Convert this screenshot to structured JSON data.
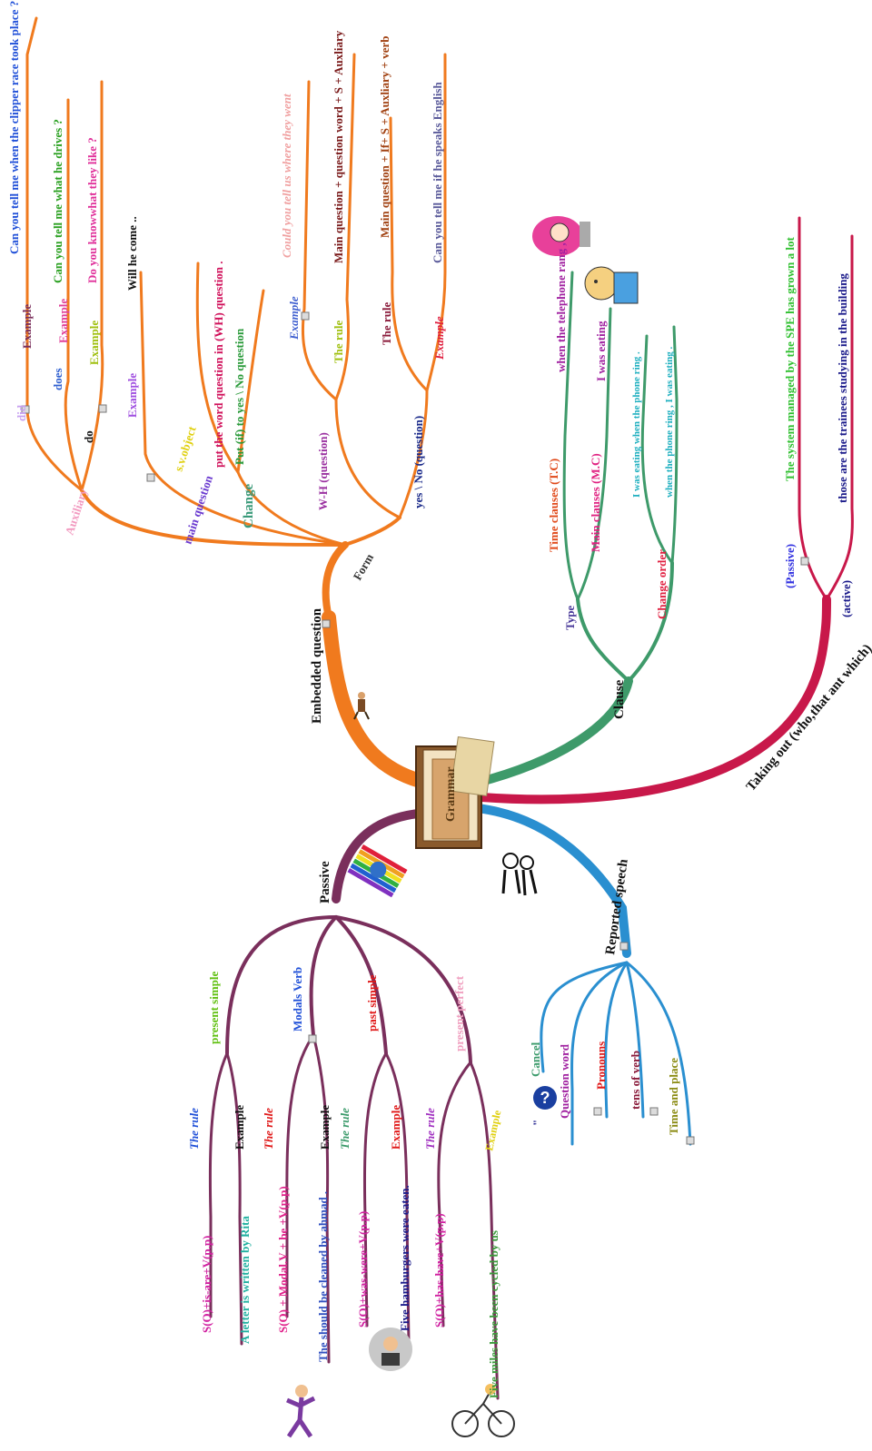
{
  "central": {
    "label": "Grammar"
  },
  "colors": {
    "embedded": "#f07a1e",
    "clause": "#3e9a6a",
    "taking_out": "#c8184a",
    "reported": "#2a8fd0",
    "passive": "#7a2f5c"
  },
  "embedded_question": {
    "label": "Embedded question",
    "auxiliary": "Auxiliary",
    "did": "did",
    "does": "does",
    "do": "do",
    "example_did": "Example",
    "example_does": "Example",
    "example_do": "Example",
    "sentence_did": "Can you tell me when the clipper race took place ?",
    "sentence_does": "Can you tell me what he drives ?",
    "sentence_do": "Do you knowwhat they like ?",
    "main_question": "main question",
    "main_example": "Example",
    "main_sentence": "Will he come ..",
    "change": "Change",
    "subject_first": "s.v.object",
    "put_word": "put the word question in (WH) question .",
    "put_if": "Put (if) to yes \\ No question",
    "form": "Form",
    "wh_question": "W-H (question)",
    "wh_example": "Example",
    "wh_example_text": "Could you tell us where they went",
    "wh_rule": "The rule",
    "wh_rule_text": "Main question + question word + S + Auxliary",
    "yn_question": "yes \\ No (question)",
    "yn_rule": "The rule",
    "yn_rule_text": "Main question + If+ S + Auxliary + verb",
    "yn_example": "Example",
    "yn_example_text": "Can you tell me if he speaks English"
  },
  "clause": {
    "label": "Clause",
    "type": "Type",
    "time_clauses": "Time clauses (T.C)",
    "time_example": "when the telephone rang ,",
    "main_clauses": "Main clauses (M.C)",
    "main_example": "I was eating",
    "change_order": "Change order",
    "order_1": "I was eating when the phone ring .",
    "order_2": "when the phone ring , I was eating ."
  },
  "taking_out": {
    "label": "Taking out (who,that ant which)",
    "passive": "(Passive)",
    "passive_sentence": "The system managed by the SPE has grown a lot",
    "active": "(active)",
    "active_sentence": "those are the trainees studying in the building"
  },
  "reported_speech": {
    "label": "Reported speech",
    "quote_mark": "\"",
    "cancel": "Cancel",
    "question_word": "Question word",
    "pronouns": "Pronouns",
    "tens_of_verb": "tens of verb",
    "time_and_place": "Time and place"
  },
  "passive": {
    "label": "Passive",
    "present_simple": "present simple",
    "ps_rule": "The rule",
    "ps_rule_text": "S(O)+is-are+V(p.p)",
    "ps_example": "Example",
    "ps_example_text": "A letter is written by Rita",
    "modals": "Modals Verb",
    "mv_rule": "The rule",
    "mv_rule_text": "S(O) + Modal.V + be +V(p.p)",
    "mv_example": "Example",
    "mv_example_text": "The should be cleaned by ahmad .",
    "past_simple": "past simple",
    "pas_rule": "The rule",
    "pas_rule_text": "S(O)+was-were+V(p.p)",
    "pas_example": "Example",
    "pas_example_text": "Five hamburgers were eaten.",
    "present_perfect": "present perfect",
    "pp_rule": "The rule",
    "pp_rule_text": "S(O)+has-have+V(p.p)",
    "pp_example": "Example",
    "pp_example_text": "Five miles have been cycled by us"
  }
}
